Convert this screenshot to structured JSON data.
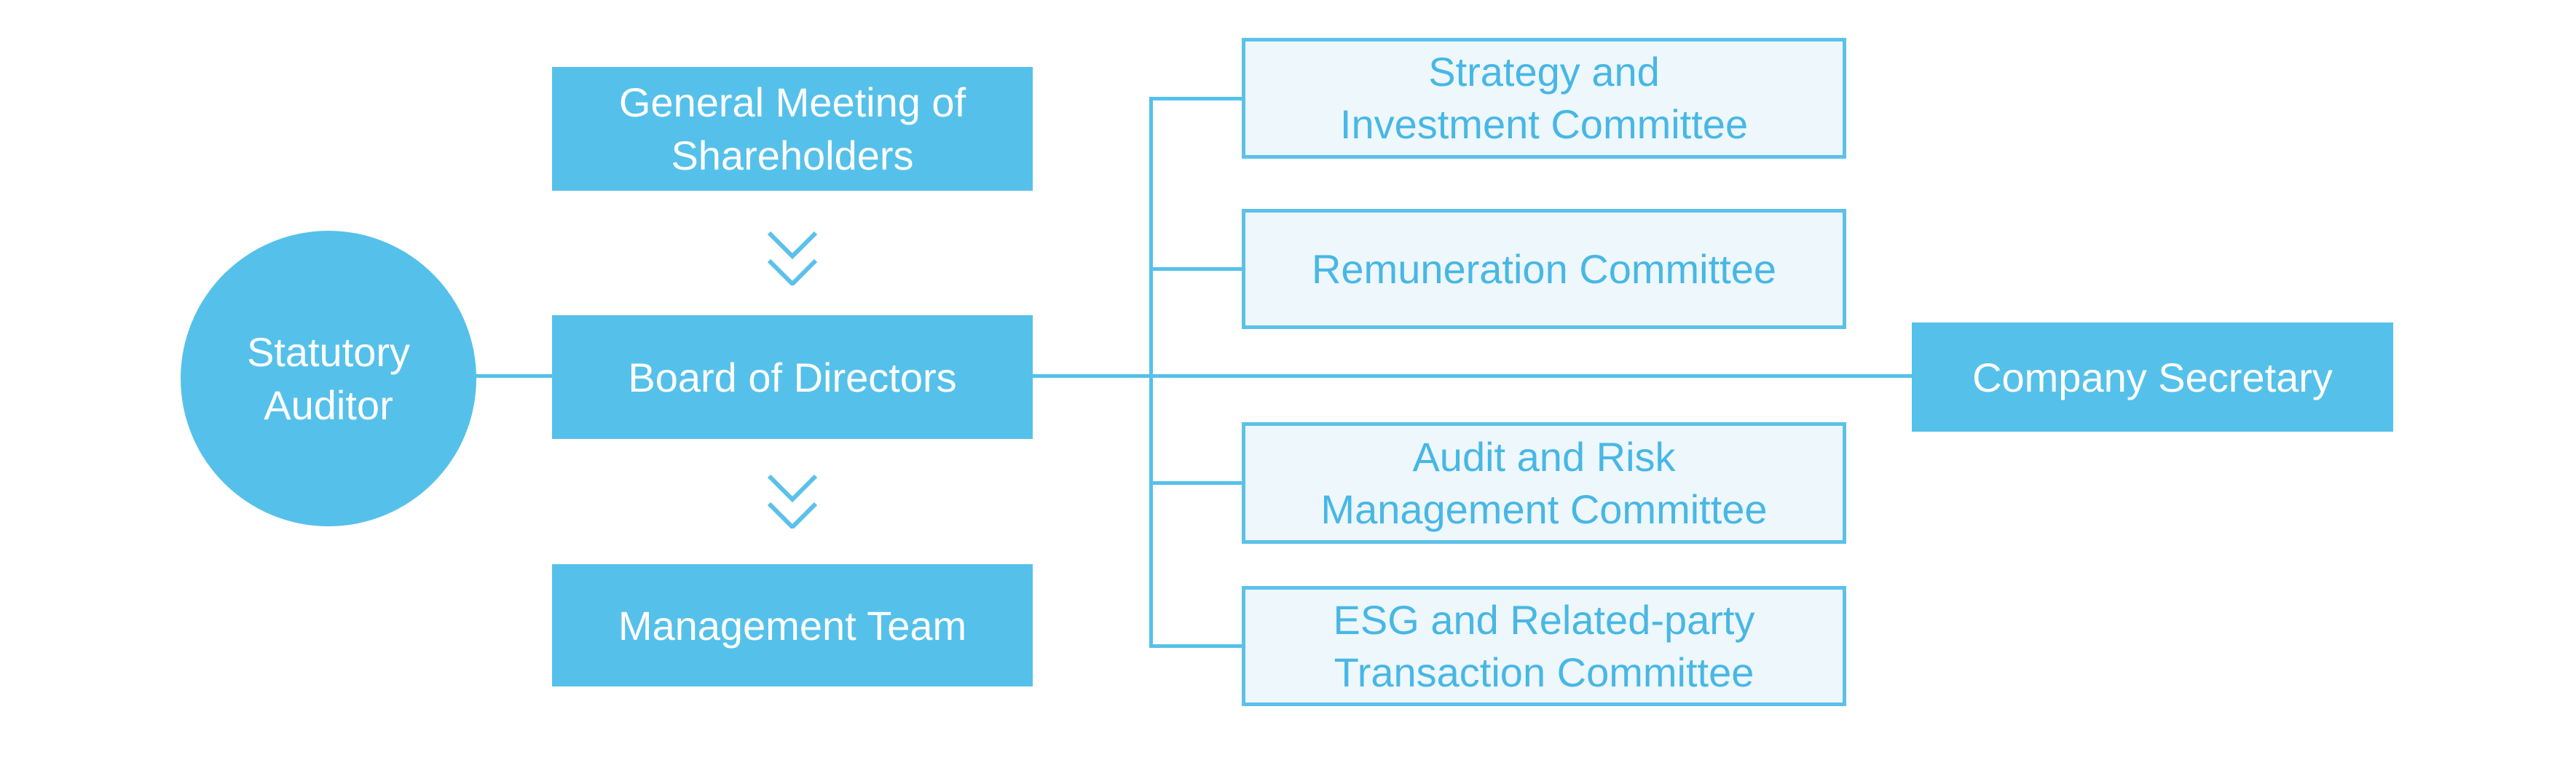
{
  "colors": {
    "accent": "#55C1EA",
    "committee_fill": "#EDF7FC",
    "committee_border": "#5CC1EA",
    "committee_text": "#48B7E5",
    "node_text": "#FFFFFF",
    "background": "#FFFFFF"
  },
  "auditor": {
    "line1": "Statutory",
    "line2": "Auditor"
  },
  "general_meeting": {
    "line1": "General Meeting of",
    "line2": "Shareholders"
  },
  "board": {
    "label": "Board of Directors"
  },
  "management": {
    "label": "Management Team"
  },
  "secretary": {
    "label": "Company Secretary"
  },
  "committees": [
    {
      "line1": "Strategy and",
      "line2": "Investment Committee"
    },
    {
      "line1": "Remuneration Committee"
    },
    {
      "line1": "Audit and Risk",
      "line2": "Management Committee"
    },
    {
      "line1": "ESG and Related-party",
      "line2": "Transaction Committee"
    }
  ]
}
